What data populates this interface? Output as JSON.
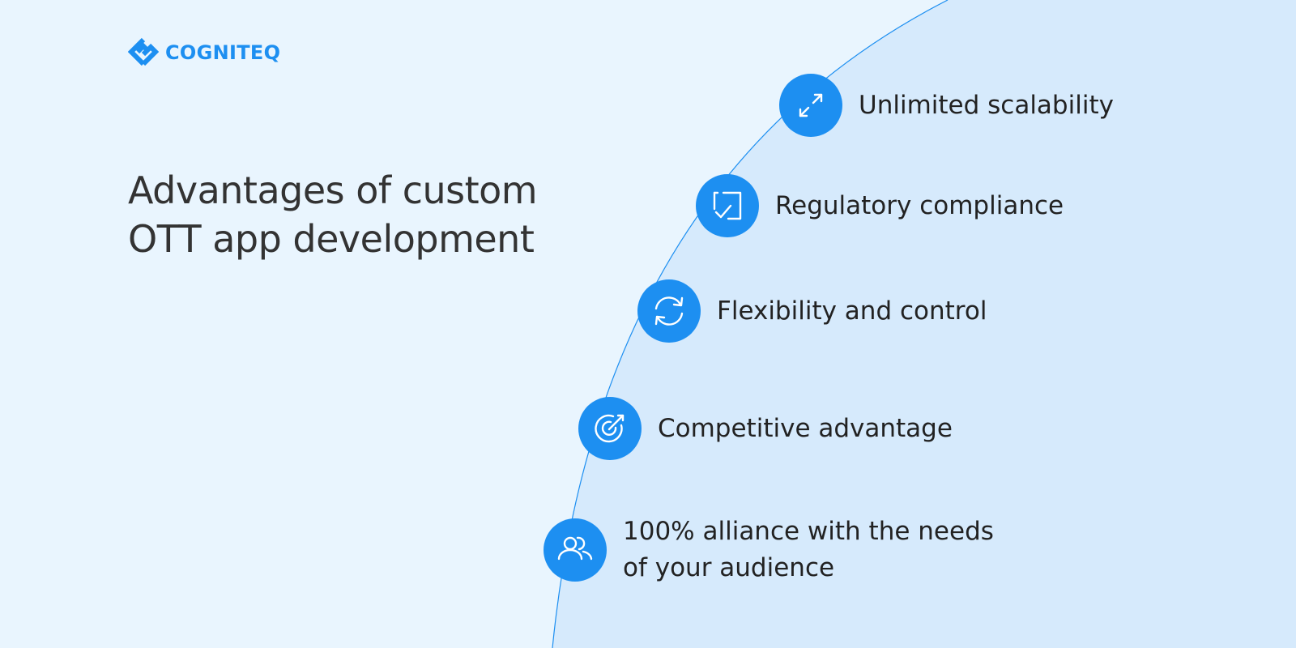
{
  "brand": {
    "name": "COGNITEQ",
    "logo_icon": "cogniteq-diamond-logo-icon",
    "color": "#1d8ff1"
  },
  "heading": {
    "line1": "Advantages of custom",
    "line2": "OTT app development"
  },
  "colors": {
    "background": "#e9f5fe",
    "arc_fill": "#d6eafc",
    "arc_stroke": "#1d8ff1",
    "icon_circle": "#1d8ff1",
    "text": "#333333"
  },
  "advantages": [
    {
      "icon": "expand-arrows-icon",
      "label": "Unlimited scalability"
    },
    {
      "icon": "checkbox-check-icon",
      "label": "Regulatory compliance"
    },
    {
      "icon": "refresh-arrows-icon",
      "label": "Flexibility and control"
    },
    {
      "icon": "target-icon",
      "label": "Competitive advantage"
    },
    {
      "icon": "users-icon",
      "label_line1": "100% alliance with the needs",
      "label_line2": "of your audience"
    }
  ]
}
